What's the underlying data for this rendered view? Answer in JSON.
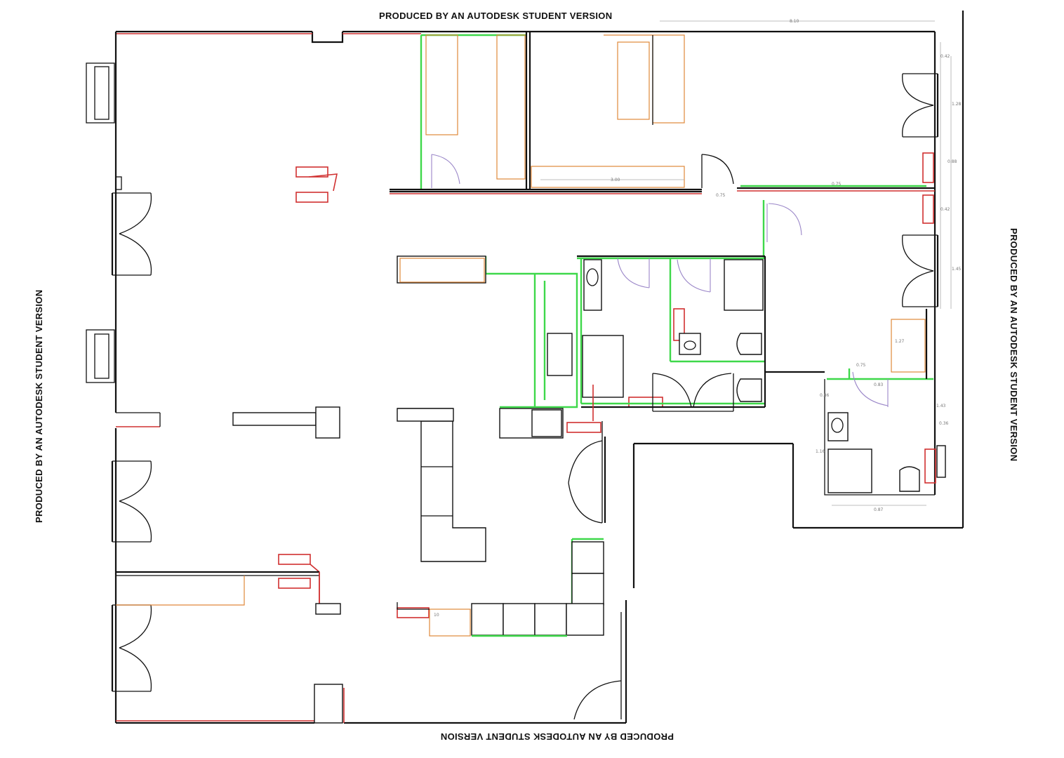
{
  "watermarks": {
    "top": "PRODUCED BY AN AUTODESK STUDENT VERSION",
    "bottom": "PRODUCED BY AN AUTODESK STUDENT VERSION",
    "left": "PRODUCED BY AN AUTODESK STUDENT VERSION",
    "right": "PRODUCED BY AN AUTODESK STUDENT VERSION"
  },
  "dimensions": {
    "top_overall": "8.10",
    "right_1": "0.42",
    "right_2": "1.28",
    "right_3": "0.88",
    "right_4": "0.42",
    "right_5": "1.45",
    "corridor_a": "3.00",
    "corridor_b": "0.75",
    "corridor_c": "0.75",
    "bath_1": "0.75",
    "bath_2": "1.27",
    "bath_3": "0.83",
    "bath_4": "0.86",
    "bath_5": "1.16",
    "bath_6": "0.36",
    "bath_7": "1.43",
    "bath_8": "0.87",
    "cabinet": "10"
  },
  "colors": {
    "walls": "#111111",
    "existing": "#d03030",
    "new_partition": "#3ed84a",
    "furniture": "#e0883a",
    "door_swing": "#9a86c8"
  }
}
